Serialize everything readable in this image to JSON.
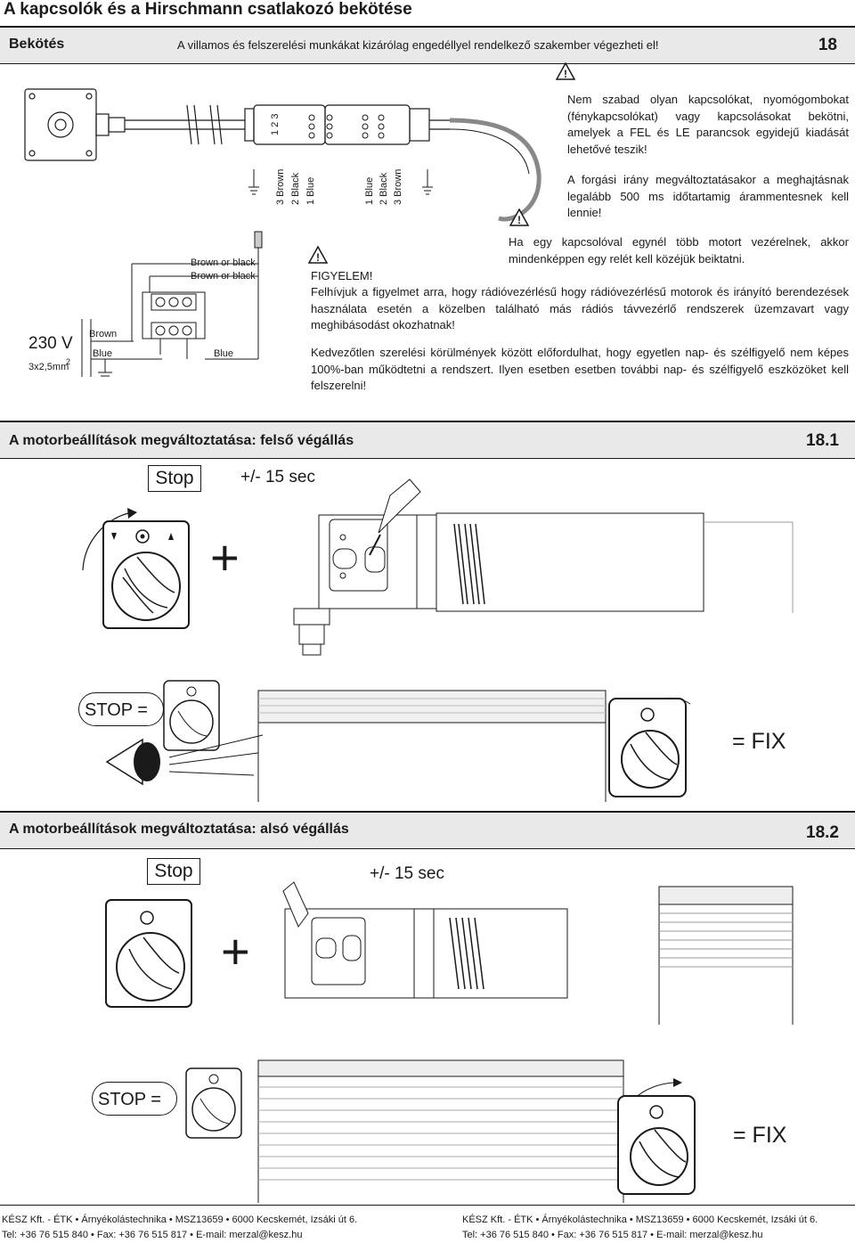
{
  "page_title": "A kapcsolók és a Hirschmann csatlakozó bekötése",
  "section1": {
    "title": "Bekötés",
    "subtitle": "A villamos és felszerelési munkákat kizárólag engedéllyel rendelkező szakember végezheti el!",
    "number": "18"
  },
  "warnings": {
    "w1": "Nem szabad olyan kapcsolókat, nyomógombokat (fénykapcsolókat) vagy kapcsolásokat bekötni, amelyek a FEL és LE parancsok egyidejű kiadását lehetővé teszik!",
    "w2": "A forgási irány megváltoztatásakor a meghajtásnak legalább 500 ms időtartamig árammentesnek kell lennie!",
    "w3": "Ha egy kapcsolóval egynél több motort vezérelnek, akkor mindenképpen egy relét kell közéjük beiktatni.",
    "figyelem_title": "FIGYELEM!",
    "figyelem_text": "Felhívjuk a figyelmet arra, hogy rádióvezérlésű hogy rádióvezérlésű motorok és irányító berendezések használata esetén a közelben található más rádiós távvezérlő rendszerek üzemzavart vagy meghibásodást okozhatnak!",
    "kedvezotlen": "Kedvezőtlen szerelési körülmények között előfordulhat, hogy egyetlen nap- és szélfigyelő nem képes 100%-ban működtetni a rendszert. Ilyen esetben esetben további nap- és szélfigyelő eszközöket kell felszerelni!"
  },
  "wiring": {
    "plug_numbers": "1 2 3",
    "left_wires": [
      "3 Brown",
      "2 Black",
      "1 Blue"
    ],
    "right_wires": [
      "1 Blue",
      "2 Black",
      "3 Brown"
    ],
    "voltage": "230 V",
    "cable": "3x2,5mm",
    "cable_sup": "2",
    "brown": "Brown",
    "blue_left": "Blue",
    "brown_or_black_1": "Brown or black",
    "brown_or_black_2": "Brown or black",
    "blue_right": "Blue"
  },
  "section2": {
    "title": "A motorbeállítások megváltoztatása: felső végállás",
    "number": "18.1",
    "stop_box": "Stop",
    "timing": "+/- 15 sec",
    "plus": "+",
    "stop_eq": "STOP =",
    "fix": "= FIX"
  },
  "section3": {
    "title": "A motorbeállítások megváltoztatása: alsó végállás",
    "number": "18.2",
    "stop_box": "Stop",
    "timing": "+/- 15 sec",
    "plus": "+",
    "stop_eq": "STOP =",
    "fix": "= FIX"
  },
  "footer": {
    "left_line1": "KÉSZ Kft. - ÉTK • Árnyékolástechnika • MSZ13659 • 6000 Kecskemét, Izsáki út 6.",
    "left_line2": "Tel: +36 76 515 840 • Fax: +36 76 515 817 • E-mail: merzal@kesz.hu",
    "right_line1": "KÉSZ Kft. - ÉTK • Árnyékolástechnika • MSZ13659 • 6000 Kecskemét, Izsáki út 6.",
    "right_line2": "Tel: +36 76 515 840 • Fax: +36 76 515 817 • E-mail: merzal@kesz.hu"
  }
}
